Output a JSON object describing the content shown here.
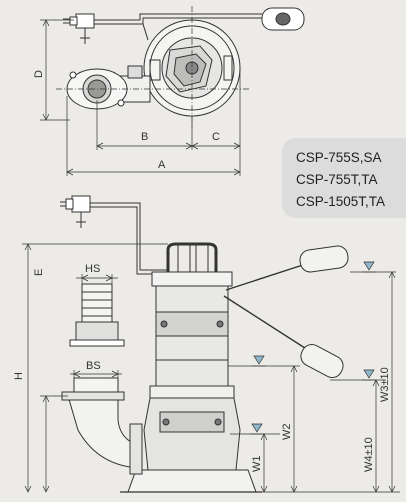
{
  "models": [
    "CSP-755S,SA",
    "CSP-755T,TA",
    "CSP-1505T,TA"
  ],
  "dimension_labels": {
    "a": "A",
    "b": "B",
    "c": "C",
    "d": "D",
    "e": "E",
    "h": "H",
    "hs": "HS",
    "bs": "BS",
    "w1": "W1",
    "w2": "W2",
    "w3": "W3±10",
    "w4": "W4±10"
  },
  "colors": {
    "line": "#333333",
    "shading": "#cfcfcf",
    "water_marker": "#8fb6c9",
    "background": "#ecebe8"
  }
}
